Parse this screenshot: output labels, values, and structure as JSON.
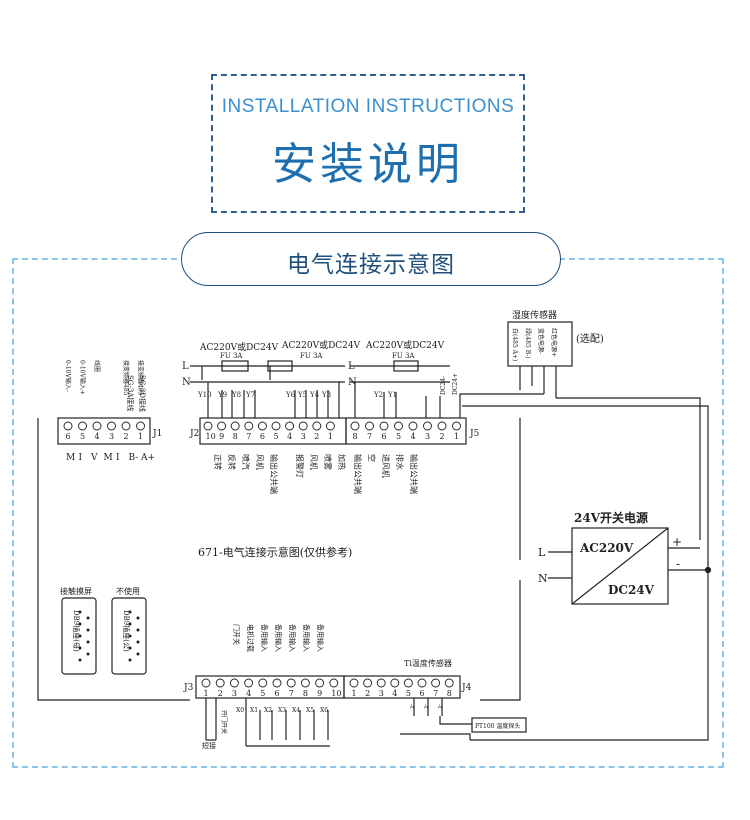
{
  "header": {
    "title_en": "INSTALLATION INSTRUCTIONS",
    "title_zh": "安装说明"
  },
  "section": {
    "title": "电气连接示意图"
  },
  "diagram": {
    "caption": "671-电气连接示意图(仅供参考)",
    "j1": {
      "name": "J1",
      "pins": [
        "6",
        "5",
        "4",
        "3",
        "2",
        "1"
      ],
      "bottom_labels": [
        "M",
        "I",
        "V",
        "M",
        "I",
        "B-",
        "A+"
      ],
      "signals": [
        "0-10V输入-",
        "0-10V输入+",
        "线圈",
        "",
        "接变频器485",
        "接变频器485"
      ],
      "note1": "SG-3A接线",
      "note2": "SG-3D接线"
    },
    "j2": {
      "name": "J2",
      "pins": [
        "10",
        "9",
        "8",
        "7",
        "6",
        "5",
        "4",
        "3",
        "2",
        "1"
      ],
      "supply": "AC220V或DC24V",
      "fuse": "FU 3A",
      "relays": [
        "Y10",
        "Y9",
        "Y8",
        "Y7",
        "Y6",
        "Y5",
        "Y4",
        "Y3"
      ],
      "outputs": [
        "正转",
        "反转",
        "喷汽",
        "风机",
        "输出公共端",
        "报警灯",
        "风机",
        "喷雾",
        "加热"
      ]
    },
    "j5": {
      "name": "J5",
      "pins": [
        "8",
        "7",
        "6",
        "5",
        "4",
        "3",
        "2",
        "1"
      ],
      "supply": "AC220V或DC24V",
      "fuse": "FU 3A",
      "relays": [
        "Y2",
        "Y1"
      ],
      "dc": [
        "DC24-",
        "DC24+"
      ],
      "outputs": [
        "输出公共端",
        "空",
        "进风机",
        "排水",
        "输出公共端"
      ]
    },
    "humidity_sensor": {
      "title": "湿度传感器",
      "optional": "(选配)",
      "wires": [
        "白(485 A+)",
        "绿(485 B-)",
        "蓝色电源-",
        "红色电源+"
      ]
    },
    "psu": {
      "title": "24V开关电源",
      "input": "AC220V",
      "output": "DC24V",
      "l": "L",
      "n": "N",
      "plus": "+",
      "minus": "-",
      "l_in": "L",
      "n_in": "N"
    },
    "ports": {
      "left": "接触摸屏",
      "right": "不使用",
      "left_sub": "DB9插座(母)",
      "right_sub": "DB9插座(公)"
    },
    "j3": {
      "name": "J3",
      "pins": [
        "1",
        "2",
        "3",
        "4",
        "5",
        "6",
        "7",
        "8",
        "9",
        "10"
      ],
      "inputs": [
        "门开关",
        "电机过载",
        "备用输入",
        "备用输入",
        "备用输入",
        "备用输入",
        "备用输入"
      ],
      "x_labels": [
        "X0",
        "X1",
        "X2",
        "X3",
        "X4",
        "X5",
        "X6"
      ],
      "switch": "开门开关",
      "short": "短接"
    },
    "j4": {
      "name": "J4",
      "pins": [
        "1",
        "2",
        "3",
        "4",
        "5",
        "6",
        "7",
        "8"
      ],
      "sensor": "Ti温度传感器",
      "probe": "PT100 温度探头",
      "marks": [
        "-t",
        "-t",
        "-t"
      ]
    }
  }
}
